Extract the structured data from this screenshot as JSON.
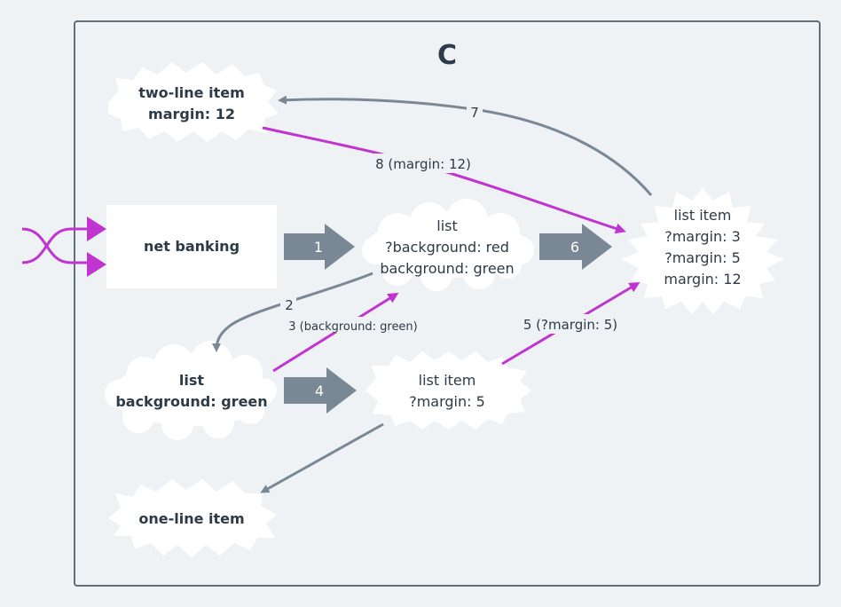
{
  "diagram": {
    "title": "C",
    "nodes": {
      "net_banking": {
        "label": "net banking"
      },
      "two_line_item": {
        "lines": [
          "two-line item",
          "margin: 12"
        ]
      },
      "list_center": {
        "lines": [
          "list",
          "?background: red",
          "background: green"
        ]
      },
      "list_item_right": {
        "lines": [
          "list item",
          "?margin: 3",
          "?margin: 5",
          "margin: 12"
        ]
      },
      "list_bg_green": {
        "lines": [
          "list",
          "background: green"
        ]
      },
      "list_item_mid": {
        "lines": [
          "list item",
          "?margin: 5"
        ]
      },
      "one_line_item": {
        "label": "one-line item"
      }
    },
    "arrows": {
      "a1": "1",
      "a2": "2",
      "a3": "3 (background: green)",
      "a4": "4",
      "a5": "5 (?margin: 5)",
      "a6": "6",
      "a7": "7",
      "a8": "8 (margin: 12)"
    }
  },
  "colors": {
    "background": "#eff2f5",
    "frame_border": "#5f6f7d",
    "node_fill": "#ffffff",
    "text": "#2d3a47",
    "gray_arrow": "#7a8896",
    "magenta_arrow": "#c034cf"
  }
}
